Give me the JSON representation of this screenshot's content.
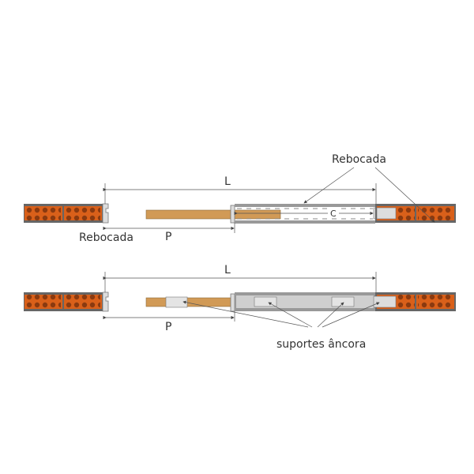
{
  "top_diagram": {
    "dimension_L": "L",
    "dimension_P": "P",
    "dimension_C": "C",
    "label_left": "Rebocada",
    "label_right": "Rebocada"
  },
  "bottom_diagram": {
    "dimension_L": "L",
    "dimension_P": "P",
    "label_anchors": "suportes âncora"
  },
  "colors": {
    "brick": "#d9601a",
    "brick_hole": "#8a3a10",
    "door_leaf": "#d19a56",
    "casing_fill": "#cfcfcf",
    "line": "#555555"
  }
}
